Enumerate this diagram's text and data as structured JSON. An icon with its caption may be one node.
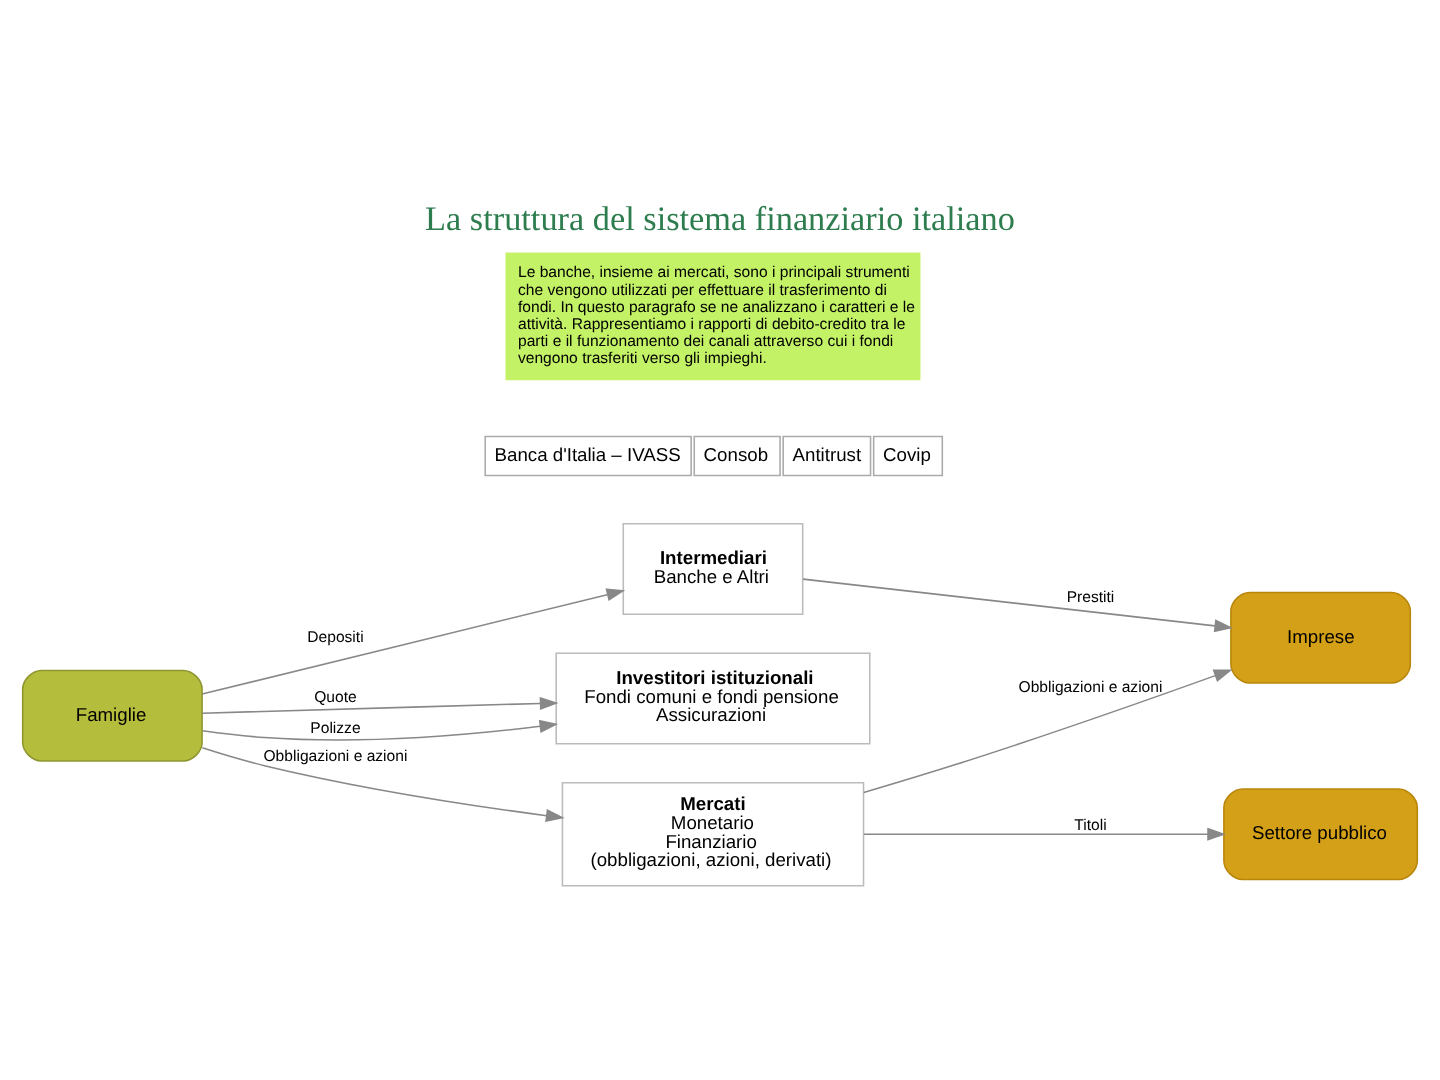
{
  "diagram": {
    "title": "La struttura del sistema finanziario italiano",
    "nodes": [
      {
        "text": [
          "Famiglie"
        ]
      },
      {
        "text": [
          "Intermediari",
          "Banche e Altri"
        ]
      },
      {
        "text": [
          "Investitori istituzionali",
          "Fondi comuni e fondi pensione",
          "Assicurazioni"
        ]
      },
      {
        "text": [
          "Mercati",
          "Monetario",
          "Finanziario",
          "(obbligazioni, azioni, derivati)"
        ]
      },
      {
        "text": [
          "Imprese"
        ]
      },
      {
        "text": [
          "Settore pubblico"
        ]
      }
    ],
    "edges": [
      {
        "from": 0,
        "to": 1,
        "arrow": "to",
        "label": "Depositi"
      },
      {
        "from": 1,
        "to": 4,
        "arrow": "to",
        "label": "Prestiti"
      },
      {
        "from": 0,
        "to": 2,
        "arrow": "to",
        "label": "Quote"
      },
      {
        "from": 0,
        "to": 2,
        "arrow": "to",
        "label": "Polizze"
      },
      {
        "from": 0,
        "to": 3,
        "arrow": "to",
        "label": "Obbligazioni e azioni"
      },
      {
        "from": 3,
        "to": 4,
        "arrow": "to",
        "label": "Obbligazioni e azioni"
      },
      {
        "from": 3,
        "to": 5,
        "arrow": "to",
        "label": "Titoli"
      }
    ],
    "labels": [
      "Banca d'Italia – IVASS",
      "Consob",
      "Antitrust",
      "Covip",
      "Le banche, insieme ai mercati, sono i principali strumenti che vengono utilizzati per effettuare il trasferimento di fondi. In questo paragrafo se ne analizzano i caratteri e le attività. Rappresentiamo i rapporti di debito-credito tra le parti e il funzionamento dei canali attraverso cui i fondi vengono trasferiti verso gli impieghi."
    ]
  }
}
